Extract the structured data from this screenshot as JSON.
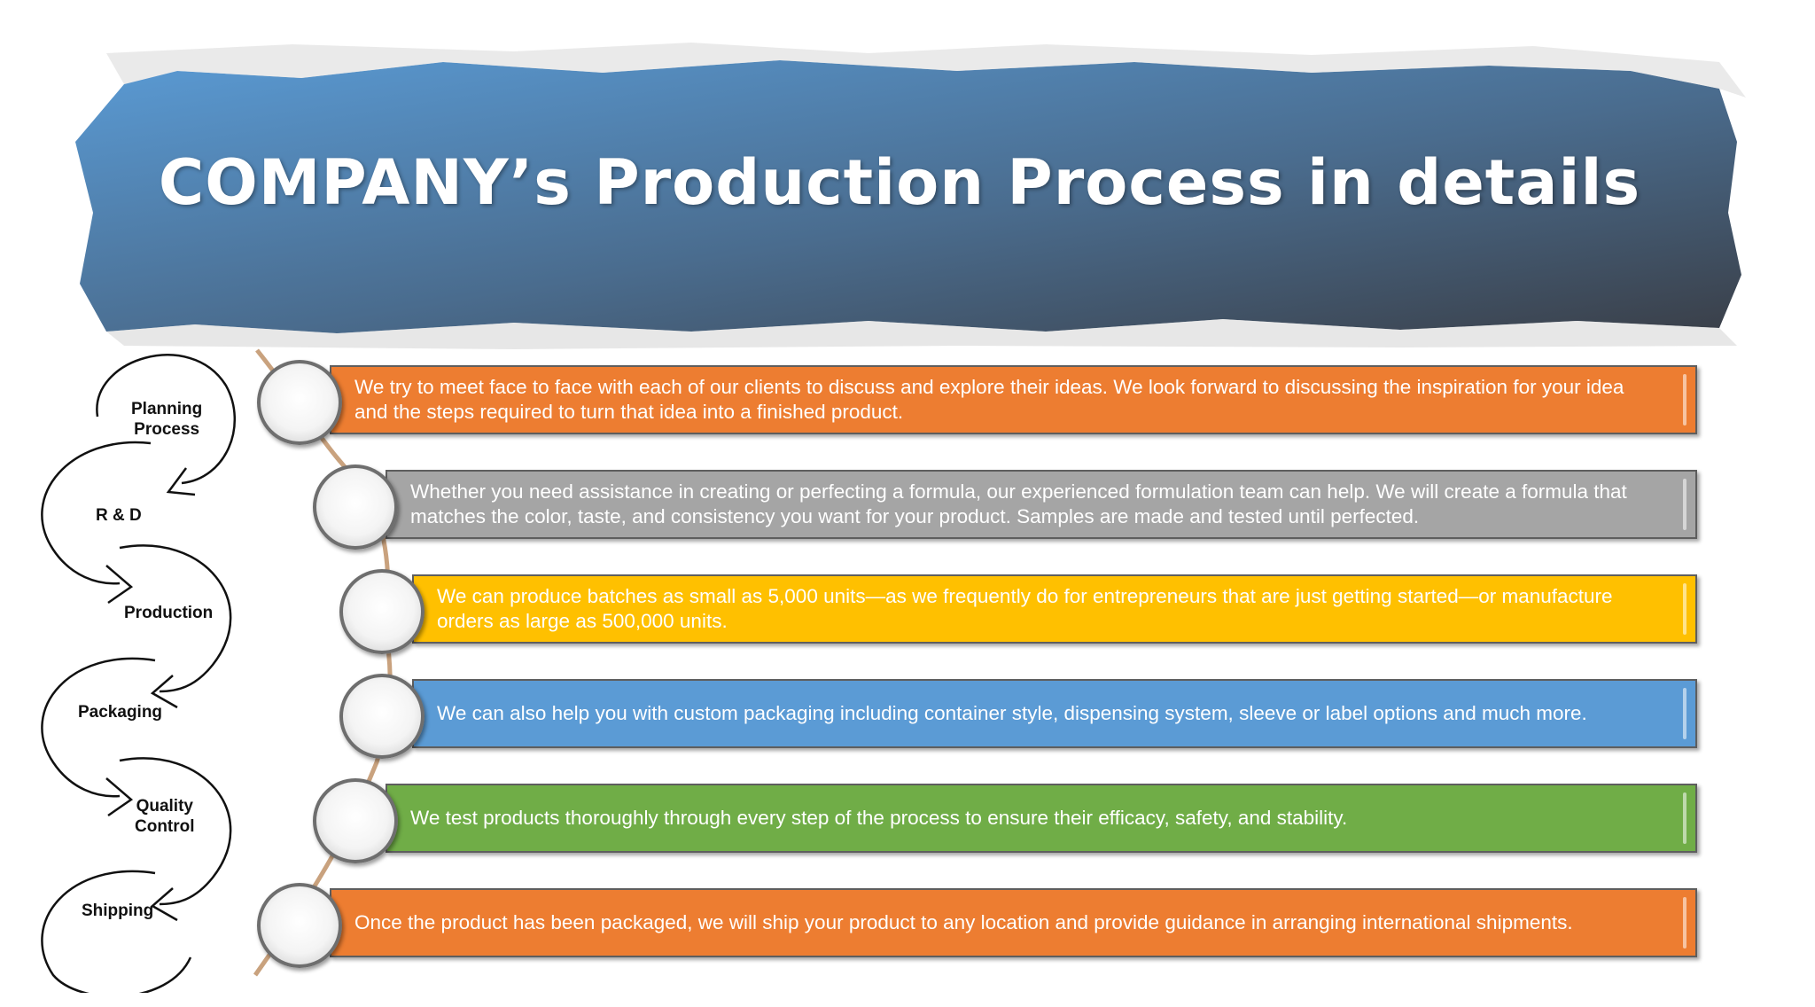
{
  "slide": {
    "title": "COMPANY’s Production Process in details"
  },
  "steps": [
    {
      "label": "Planning\nProcess"
    },
    {
      "label": "R & D"
    },
    {
      "label": "Production"
    },
    {
      "label": "Packaging"
    },
    {
      "label": "Quality\nControl"
    },
    {
      "label": "Shipping"
    }
  ],
  "descriptions": [
    {
      "text": "We try to meet face to face with each of our clients to discuss and explore their ideas. We look forward to discussing the inspiration for your idea and the steps required to turn that idea into a finished product.",
      "color": "#ED7D31"
    },
    {
      "text": "Whether you need assistance in creating or perfecting a formula, our experienced formulation team can help. We will create a formula that matches the color, taste, and consistency you want for your product. Samples are made and tested until perfected.",
      "color": "#A5A5A5"
    },
    {
      "text": "We can produce batches as small as 5,000 units—as we frequently do for entrepreneurs that are just getting started—or manufacture orders as large as 500,000 units.",
      "color": "#FFC000"
    },
    {
      "text": "We can also help you with custom packaging including container style, dispensing system, sleeve or label options and much more.",
      "color": "#5B9BD5"
    },
    {
      "text": "We test products thoroughly through every step of the process to ensure their efficacy, safety, and stability.",
      "color": "#70AD47"
    },
    {
      "text": "Once the product has been packaged, we will ship your product to any location and provide guidance in arranging international shipments.",
      "color": "#ED7D31"
    }
  ],
  "colors": {
    "banner_start": "#5A9BD5",
    "banner_end": "#3A3F48",
    "timeline_line": "#C9A27E"
  }
}
